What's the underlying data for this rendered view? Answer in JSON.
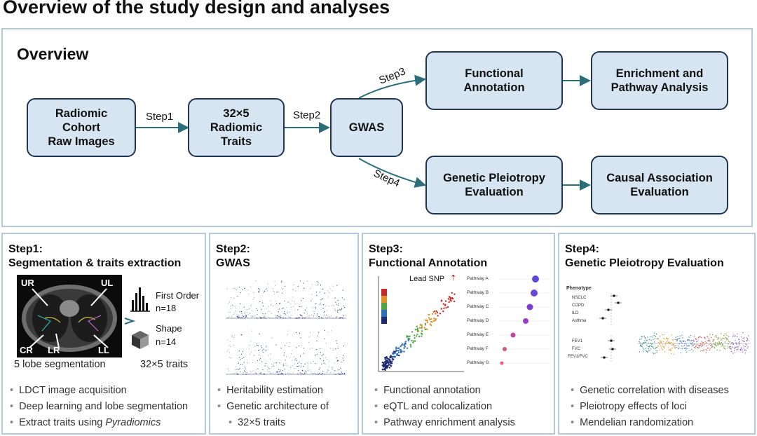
{
  "page_title": "Overview of the study design and analyses",
  "overview": {
    "heading": "Overview",
    "nodes": {
      "radiomic_cohort": "Radiomic\nCohort\nRaw Images",
      "radiomic_traits": "32×5\nRadiomic\nTraits",
      "gwas": "GWAS",
      "functional_annotation": "Functional\nAnnotation",
      "enrichment": "Enrichment and\nPathway Analysis",
      "pleiotropy": "Genetic Pleiotropy\nEvaluation",
      "causal": "Causal Association\nEvaluation"
    },
    "edges": {
      "step1": "Step1",
      "step2": "Step2",
      "step3": "Step3",
      "step4": "Step4"
    }
  },
  "step1": {
    "title_line1": "Step1:",
    "title_line2": "Segmentation & traits extraction",
    "ct_labels": [
      "UR",
      "UL",
      "CR",
      "LR",
      "LL"
    ],
    "first_order": "First Order",
    "first_order_n": "n=18",
    "shape": "Shape",
    "shape_n": "n=14",
    "caption_left": "5 lobe segmentation",
    "caption_right": "32×5 traits",
    "bullets": [
      "LDCT image acquisition",
      "Deep learning and lobe segmentation",
      "Extract traits using "
    ],
    "pyradiomics": "Pyradiomics"
  },
  "step2": {
    "title_line1": "Step2:",
    "title_line2": "GWAS",
    "bullets": [
      "Heritability estimation",
      "Genetic architecture of",
      "32×5 traits"
    ]
  },
  "step3": {
    "title_line1": "Step3:",
    "title_line2": "Functional Annotation",
    "lead_snp": "Lead SNP",
    "pathways": [
      "Pathway A",
      "Pathway B",
      "Pathway C",
      "Pathway D",
      "Pathway E",
      "Pathway F",
      "Pathway G"
    ],
    "bullets": [
      "Functional annotation",
      "eQTL and colocalization",
      "Pathway enrichment analysis"
    ]
  },
  "step4": {
    "title_line1": "Step4:",
    "title_line2": "Genetic Pleiotropy Evaluation",
    "phenotype_heading": "Phenotype",
    "phenotypes_top": [
      "NSCLC",
      "COPD",
      "ILD",
      "Asthma"
    ],
    "phenotypes_bottom": [
      "FEV1",
      "FVC",
      "FEV1/FVC"
    ],
    "bullets": [
      "Genetic correlation with diseases",
      "Pleiotropy effects of loci",
      "Mendelian randomization"
    ]
  },
  "colors": {
    "node_fill": "#d6e5f1",
    "node_border": "#1f3550",
    "arrow": "#2c6e7a",
    "panel_border": "#b5c9d8"
  }
}
